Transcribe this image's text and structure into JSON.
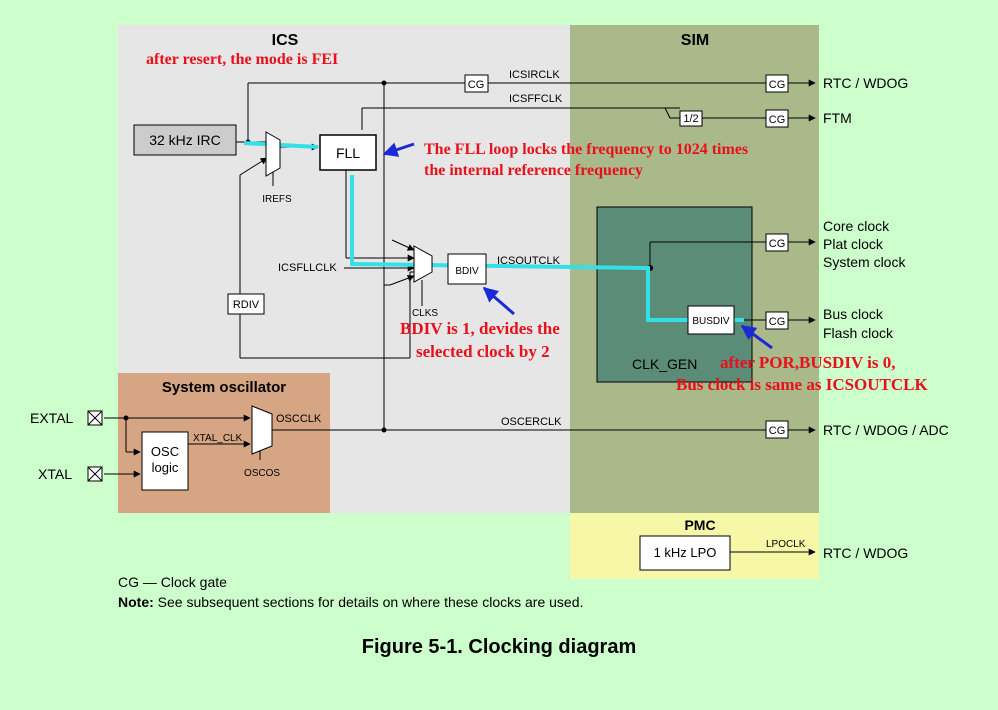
{
  "regions": {
    "ics": "ICS",
    "sim": "SIM",
    "system_oscillator": "System oscillator",
    "pmc": "PMC"
  },
  "blocks": {
    "irc": "32 kHz IRC",
    "fll": "FLL",
    "rdiv": "RDIV",
    "bdiv": "BDIV",
    "osc_logic_1": "OSC",
    "osc_logic_2": "logic",
    "lpo": "1 kHz LPO",
    "half": "1/2",
    "busdiv": "BUSDIV",
    "clk_gen": "CLK_GEN",
    "cg": "CG"
  },
  "signals": {
    "icsirclk": "ICSIRCLK",
    "icsffclk": "ICSFFCLK",
    "icsfllclk": "ICSFLLCLK",
    "icsoutclk": "ICSOUTCLK",
    "oscclk": "OSCCLK",
    "xtal_clk": "XTAL_CLK",
    "oscerclk": "OSCERCLK",
    "lpoclk": "LPOCLK",
    "irefs": "IREFS",
    "clks": "CLKS",
    "oscos": "OSCOS"
  },
  "pins": {
    "extal": "EXTAL",
    "xtal": "XTAL"
  },
  "outputs": {
    "rtc_wdog_1": "RTC / WDOG",
    "ftm": "FTM",
    "core_clock": "Core clock",
    "plat_clock": "Plat clock",
    "system_clock": "System clock",
    "bus_clock": "Bus clock",
    "flash_clock": "Flash clock",
    "rtc_wdog_adc": "RTC / WDOG / ADC",
    "rtc_wdog_2": "RTC / WDOG"
  },
  "annotations": {
    "reset_mode": "after resert, the mode is FEI",
    "fll_line1": "The FLL loop locks the frequency to 1024  times",
    "fll_line2": "the internal reference frequency",
    "bdiv_line1": "BDIV is 1, devides the",
    "bdiv_line2": "selected clock by 2",
    "busdiv_line1": "after POR,BUSDIV is 0,",
    "busdiv_line2": "Bus clock is same as ICSOUTCLK"
  },
  "legend": {
    "cg_def": "CG — Clock gate",
    "note_label": "Note:",
    "note_text": " See subsequent sections for details on where these clocks are used."
  },
  "caption": "Figure 5-1. Clocking diagram",
  "colors": {
    "background": "#ccffcc",
    "ics_region": "#e6e6e6",
    "sim_region": "#a9b98a",
    "oscillator_region": "#d6a684",
    "pmc_region": "#f6f8a8",
    "clk_gen_block": "#5b8c77",
    "highlight_path": "#33e0e8",
    "annotation_text": "#e8101a",
    "annotation_arrow": "#1a2ad6"
  }
}
